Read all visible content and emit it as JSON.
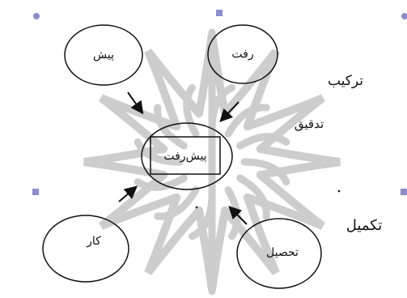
{
  "nodes": {
    "top_left": "پیش",
    "top_right": "رفت",
    "center": "پیش‌رفت",
    "bottom_left": "کار",
    "bottom_right": "تحصیل"
  },
  "side_labels": {
    "combine": "ترکیب",
    "refine": "تدقیق",
    "complete": "تکمیل"
  },
  "colors": {
    "ink": "#111111",
    "handle_circle": "#8c8ccc",
    "handle_square": "#8c8cd0",
    "watermark": "#c8c8c8"
  }
}
